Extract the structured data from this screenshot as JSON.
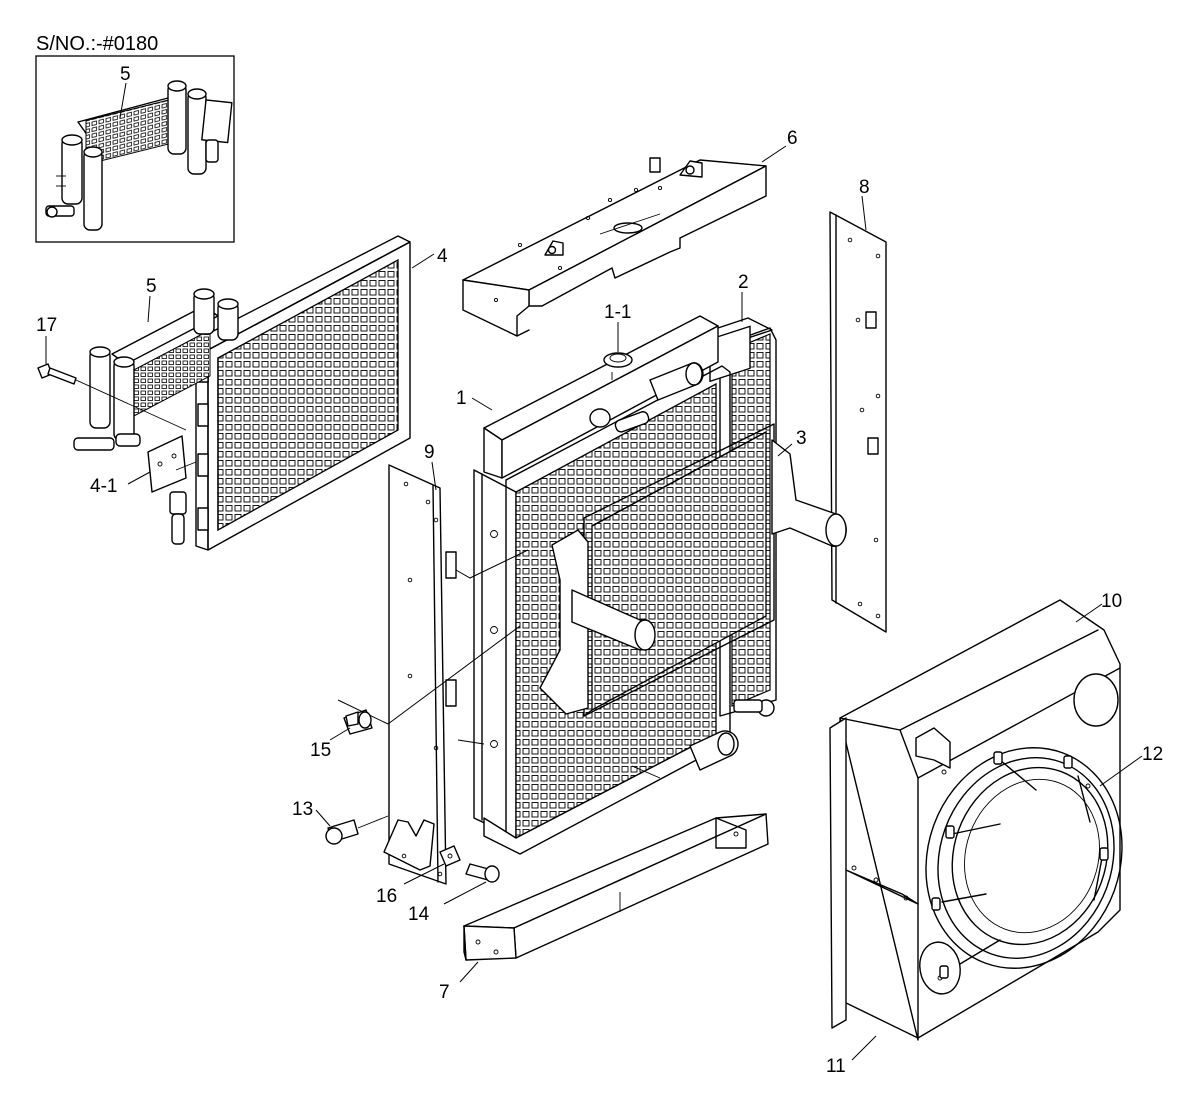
{
  "serial_label": "S/NO.:-#0180",
  "callouts": {
    "c5_inset": "5",
    "c5": "5",
    "c6": "6",
    "c8": "8",
    "c4": "4",
    "c2": "2",
    "c1_1": "1-1",
    "c17": "17",
    "c1": "1",
    "c3": "3",
    "c4_1": "4-1",
    "c9": "9",
    "c10": "10",
    "c12": "12",
    "c15": "15",
    "c13": "13",
    "c16": "16",
    "c14": "14",
    "c7": "7",
    "c11": "11"
  }
}
